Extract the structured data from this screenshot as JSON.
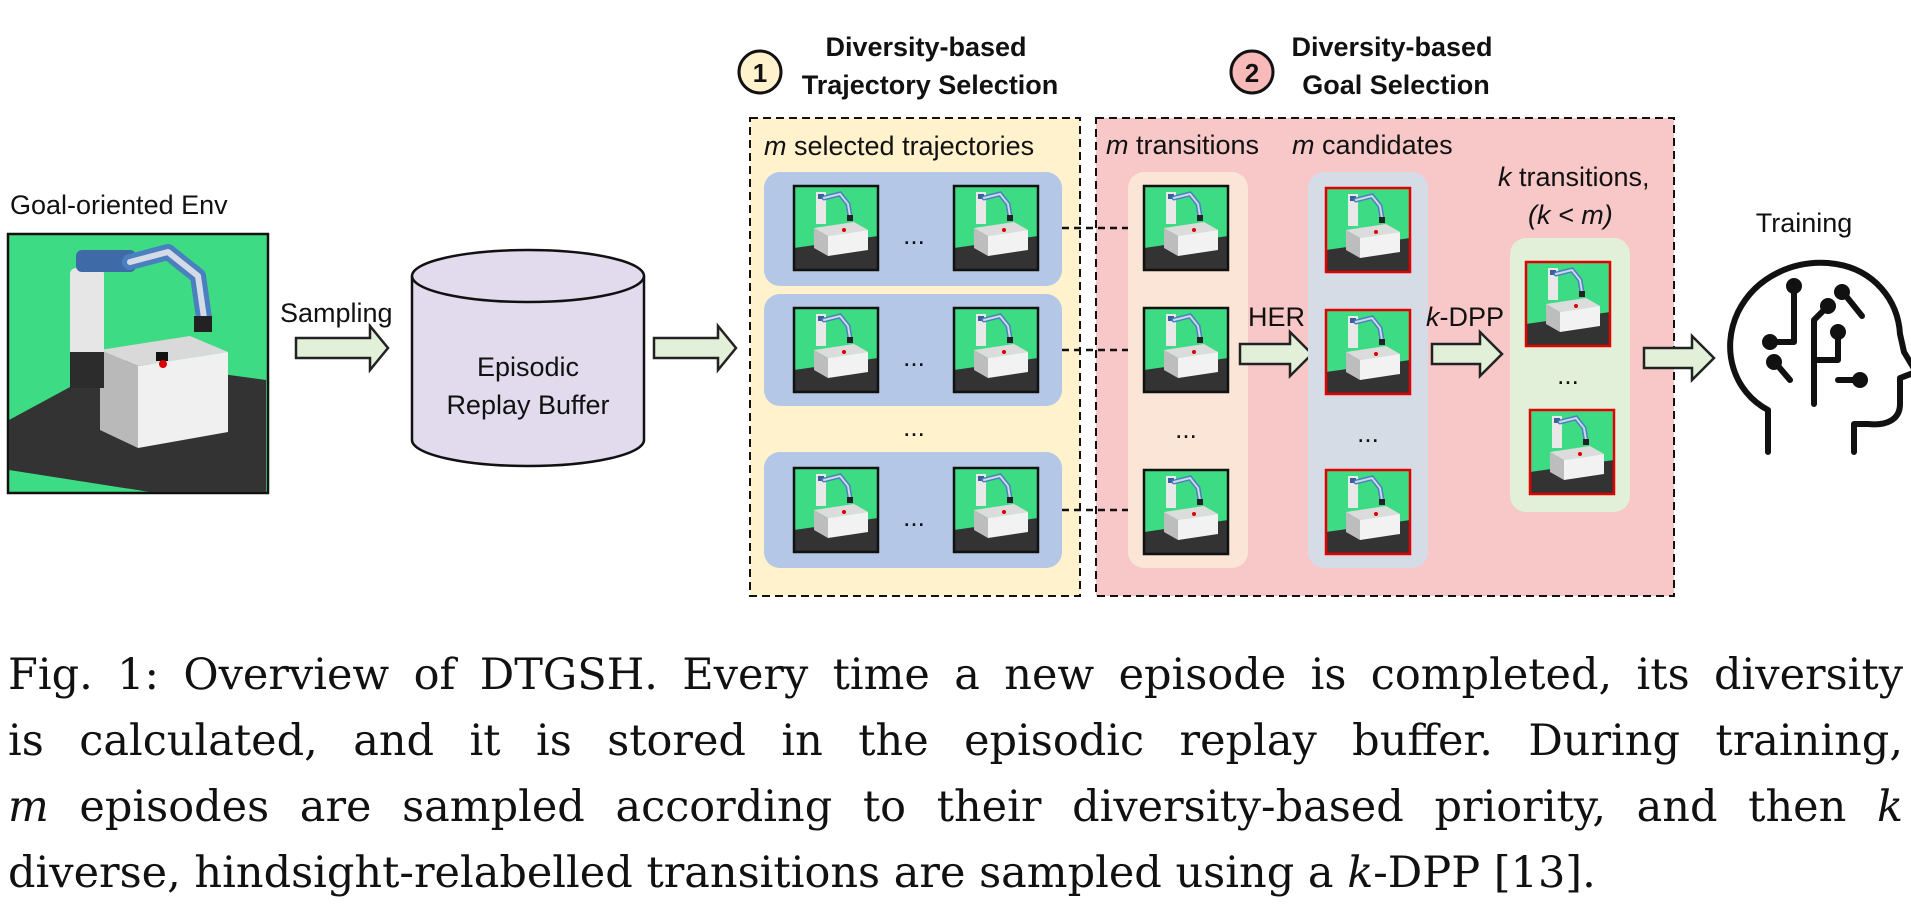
{
  "figure": {
    "env_label": "Goal-oriented Env",
    "sampling_label": "Sampling",
    "buffer_label_line1": "Episodic",
    "buffer_label_line2": "Replay Buffer",
    "stage1": {
      "number": "1",
      "title_line1": "Diversity-based",
      "title_line2": "Trajectory Selection",
      "box_label_var": "m",
      "box_label_text": " selected trajectories"
    },
    "stage2": {
      "number": "2",
      "title_line1": "Diversity-based",
      "title_line2": "Goal Selection",
      "transitions_var": "m",
      "transitions_text": " transitions",
      "candidates_var": "m",
      "candidates_text": " candidates",
      "k_transitions_var": "k",
      "k_transitions_text": " transitions,",
      "k_condition": "(k < m)",
      "her_label": "HER",
      "kdpp_var": "k",
      "kdpp_text": "-DPP"
    },
    "training_label": "Training",
    "ellipsis": "...",
    "colors": {
      "stage1_bg": "#fff2cc",
      "stage2_bg": "#f8c7c8",
      "trajectory_row": "#b4c7e7",
      "transitions_col": "#fbe5d6",
      "candidates_col": "#d6dce5",
      "selected_col": "#e2f0d9",
      "arrow_fill": "#e2f0d9",
      "env_green": "#3ddc84",
      "candidate_border": "#e00000",
      "badge1": "#fff2cc",
      "badge2": "#f8b9b9"
    }
  },
  "caption": {
    "line1": "Fig. 1: Overview of DTGSH. Every time a new episode is completed, its diversity",
    "line2": "is calculated, and it is stored in the episodic replay buffer. During training,",
    "line3_var_m": "m",
    "line3_mid": " episodes are sampled according to their diversity-based priority, and then ",
    "line3_var_k": "k",
    "line4_start": "diverse, hindsight-relabelled transitions are sampled using a ",
    "line4_var_k": "k",
    "line4_end": "-DPP [13]."
  }
}
